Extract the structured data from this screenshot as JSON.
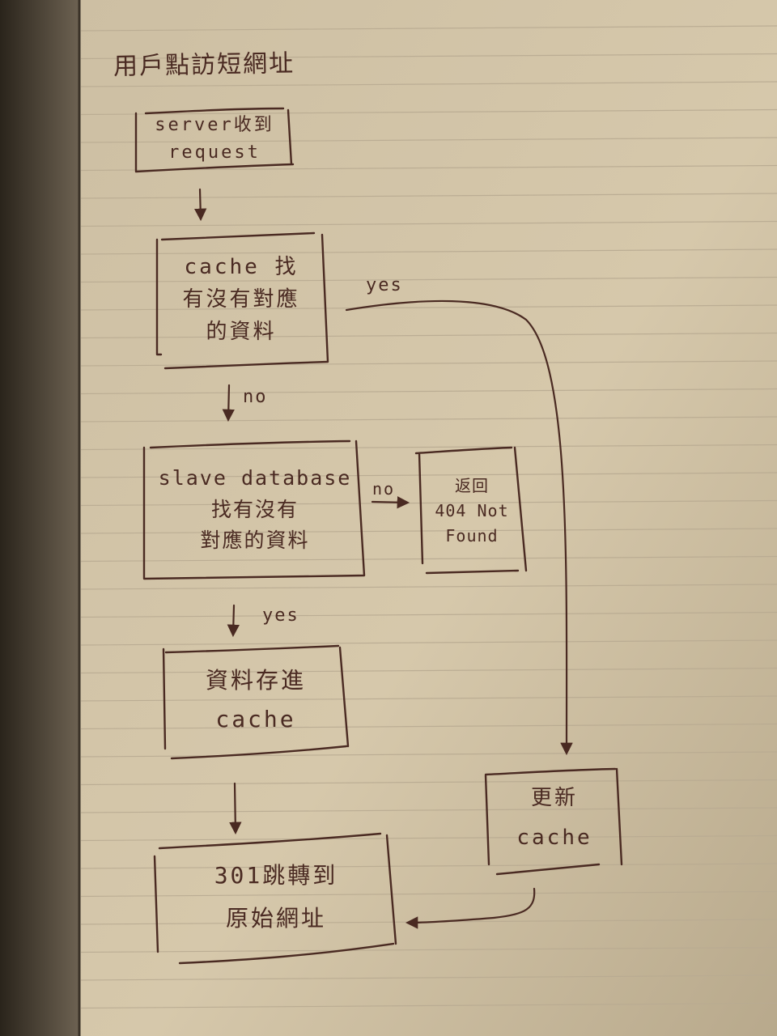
{
  "title": "用戶點訪短網址",
  "nodes": {
    "server": {
      "lines": [
        "server收到",
        "request"
      ]
    },
    "cache_lookup": {
      "lines": [
        "cache 找",
        "有沒有對應",
        "的資料"
      ]
    },
    "slave_db": {
      "lines": [
        "slave database",
        "找有沒有",
        "對應的資料"
      ]
    },
    "return_404": {
      "lines": [
        "返回",
        "404 Not",
        "Found"
      ]
    },
    "store_cache": {
      "lines": [
        "資料存進",
        "cache"
      ]
    },
    "update_cache": {
      "lines": [
        "更新",
        "cache"
      ]
    },
    "redirect": {
      "lines": [
        "301跳轉到",
        "原始網址"
      ]
    }
  },
  "edges": {
    "cache_yes": "yes",
    "cache_no": "no",
    "db_no": "no",
    "db_yes": "yes"
  },
  "colors": {
    "paper": "#d2c3a6",
    "ink": "#4a2a22",
    "rule_line": "#b9ab92",
    "background": "#1a1712"
  }
}
